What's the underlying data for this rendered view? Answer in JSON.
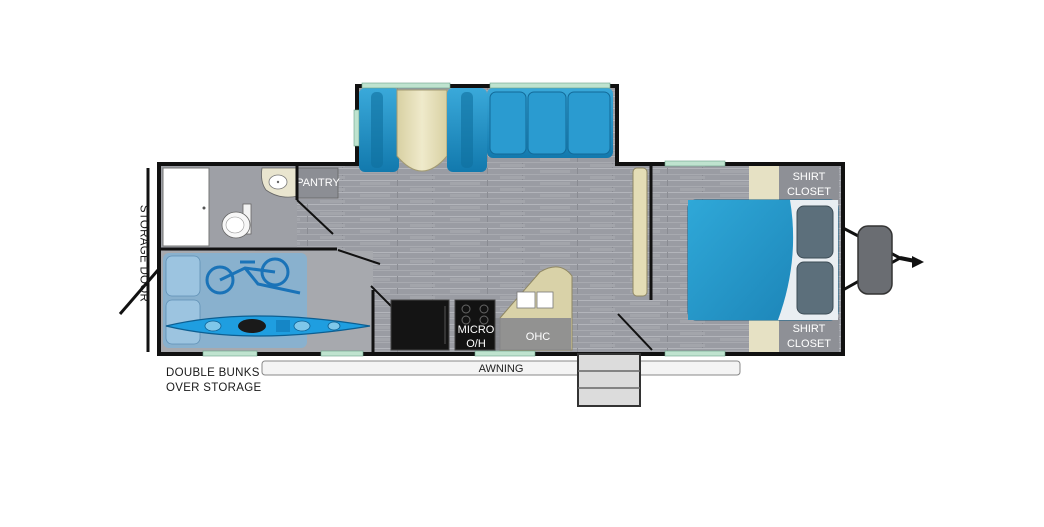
{
  "labels": {
    "storage_door": "STORAGE DOOR",
    "bunks_line1": "DOUBLE BUNKS",
    "bunks_line2": "OVER STORAGE",
    "awning": "AWNING",
    "pantry": "PANTRY",
    "micro": "MICRO",
    "oh": "O/H",
    "ohc": "OHC",
    "shirt_closet_top": [
      "SHIRT",
      "CLOSET"
    ],
    "shirt_closet_bottom": [
      "SHIRT",
      "CLOSET"
    ]
  },
  "colors": {
    "wall": "#111111",
    "floor": "#9a9ca3",
    "floor_line": "#b4b6bc",
    "sofa_blue": "#1b8fc6",
    "sofa_dark": "#0f6f9f",
    "table_cream": "#e2dcb6",
    "closet_cream": "#e6e1c4",
    "bed_blue": "#2ba2d3",
    "kayak_blue": "#1f9ee0",
    "window_green": "#bfe3cf",
    "counter": "#d6cfa4",
    "appliance": "#141414"
  }
}
